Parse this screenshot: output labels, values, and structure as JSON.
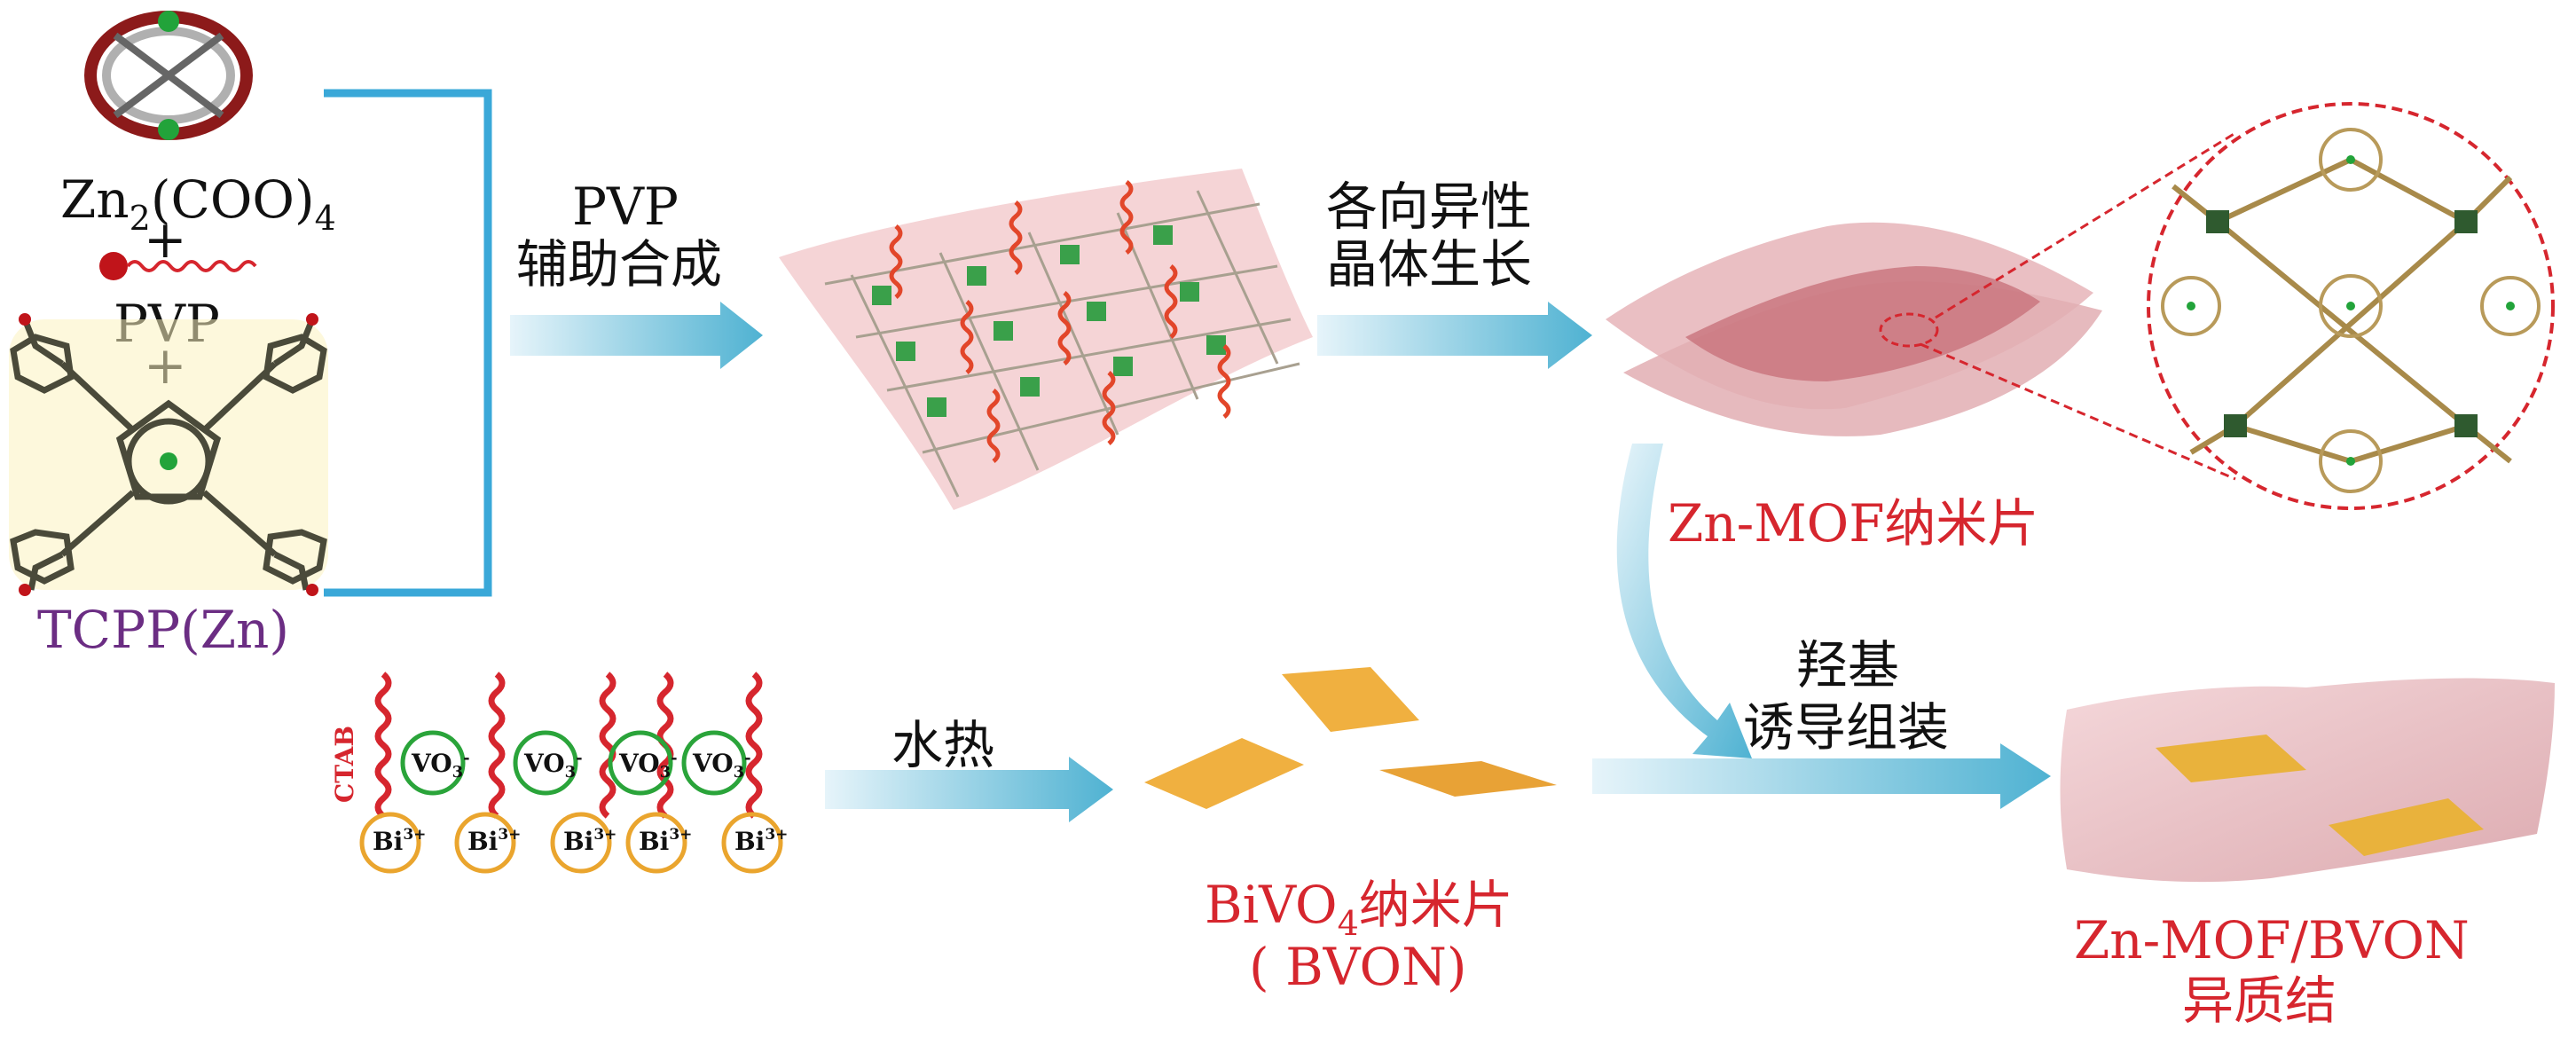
{
  "reagents": {
    "zn_label": "Zn",
    "zn_sub1": "2",
    "zn_mid": "(COO)",
    "zn_sub2": "4",
    "plus1": "+",
    "pvp": "PVP",
    "plus2": "+",
    "tcpp": "TCPP(Zn)"
  },
  "steps": {
    "pvp_assist_line1": "PVP",
    "pvp_assist_line2": "辅助合成",
    "anisotropic_line1": "各向异性",
    "anisotropic_line2": "晶体生长",
    "hydrothermal": "水热",
    "hydroxyl_line1": "羟基",
    "hydroxyl_line2": "诱导组装"
  },
  "products": {
    "znmof": "Zn-MOF纳米片",
    "bivo4_a": "BiVO",
    "bivo4_sub": "4",
    "bivo4_b": "纳米片",
    "bvon": "( BVON)",
    "hetero_line1": "Zn-MOF/BVON",
    "hetero_line2": "异质结"
  },
  "ctab": {
    "label": "CTAB",
    "vo3": "VO",
    "vo3_sub": "3",
    "vo3_sup": "-",
    "bi": "Bi",
    "bi_sup": "3+"
  },
  "colors": {
    "arrow": "#5bb8d4",
    "label_red": "#d6262e",
    "tcpp_purple": "#6b2d83",
    "sheet_pink": "#e8b8bc",
    "bvo_orange": "#f0b040",
    "bracket": "#3aa8d8"
  }
}
